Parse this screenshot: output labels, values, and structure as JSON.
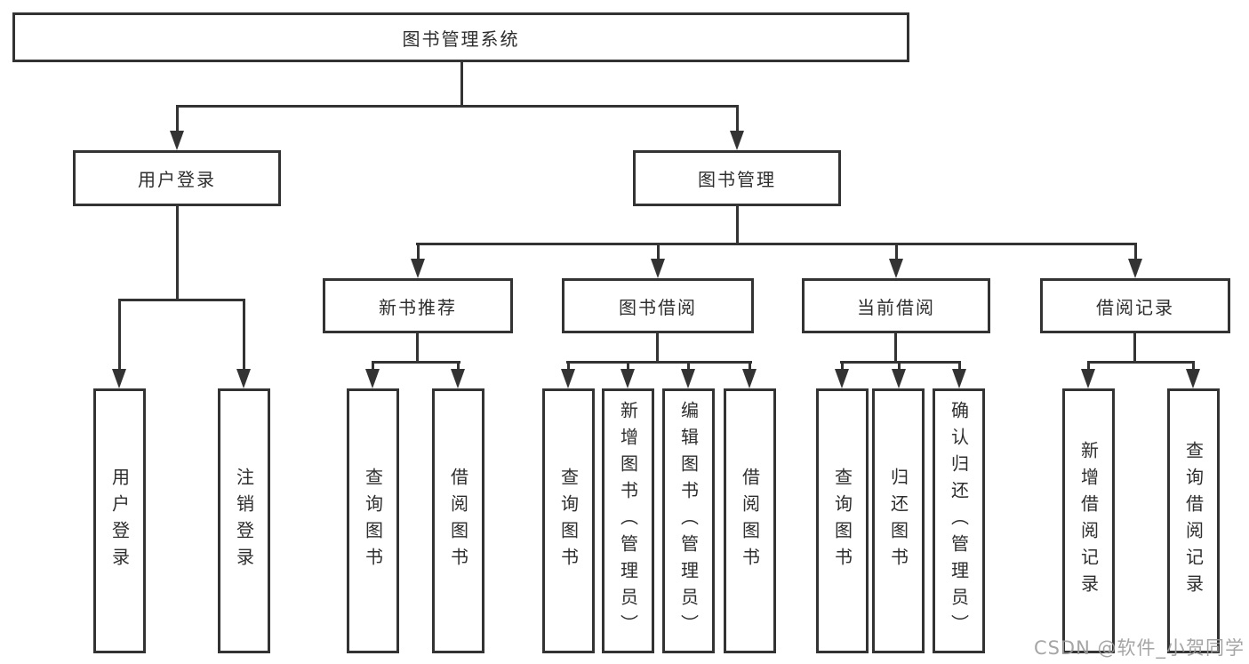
{
  "diagram": {
    "title": "图书管理系统",
    "root": {
      "label": "图书管理系统"
    },
    "level2": [
      {
        "label": "用户登录"
      },
      {
        "label": "图书管理"
      }
    ],
    "level3": [
      {
        "label": "新书推荐"
      },
      {
        "label": "图书借阅"
      },
      {
        "label": "当前借阅"
      },
      {
        "label": "借阅记录"
      }
    ],
    "leaves": {
      "login": [
        "用户登录",
        "注销登录"
      ],
      "newbook": [
        "查询图书",
        "借阅图书"
      ],
      "borrow": [
        "查询图书",
        "新增图书（管理员）",
        "编辑图书（管理员）",
        "借阅图书"
      ],
      "current": [
        "查询图书",
        "归还图书",
        "确认归还（管理员）"
      ],
      "records": [
        "新增借阅记录",
        "查询借阅记录"
      ]
    }
  },
  "colors": {
    "line": "#333333",
    "text": "#2e2e2e",
    "watermark": "#9b9b9b",
    "background": "#ffffff"
  },
  "watermark_text": "CSDN @软件_小贺同学"
}
